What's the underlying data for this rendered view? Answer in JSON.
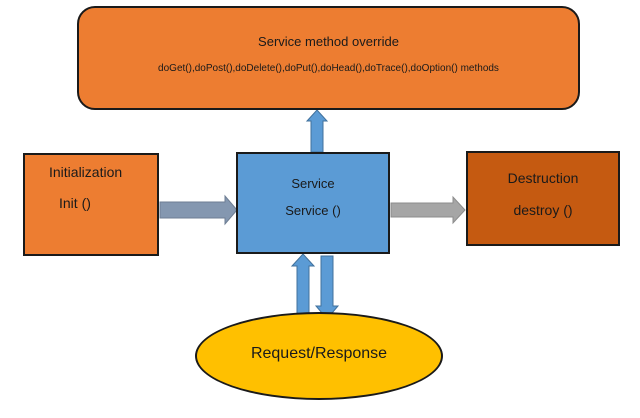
{
  "colors": {
    "orange": "#ED7D31",
    "blue": "#5B9BD5",
    "dark_orange": "#C55A11",
    "yellow": "#FFC000",
    "arrow_blue": "#5B9BD5",
    "arrow_gray": "#A6A6A6",
    "arrow_slate": "#8497B0"
  },
  "diagram": {
    "service_override": {
      "title": "Service method override",
      "methods": "doGet(),doPost(),doDelete(),doPut(),doHead(),doTrace(),doOption() methods"
    },
    "initialization": {
      "title": "Initialization",
      "method": "Init ()"
    },
    "service": {
      "title": "Service",
      "method": "Service ()"
    },
    "destruction": {
      "title": "Destruction",
      "method": "destroy ()"
    },
    "request_response": {
      "label": "Request/Response"
    }
  }
}
